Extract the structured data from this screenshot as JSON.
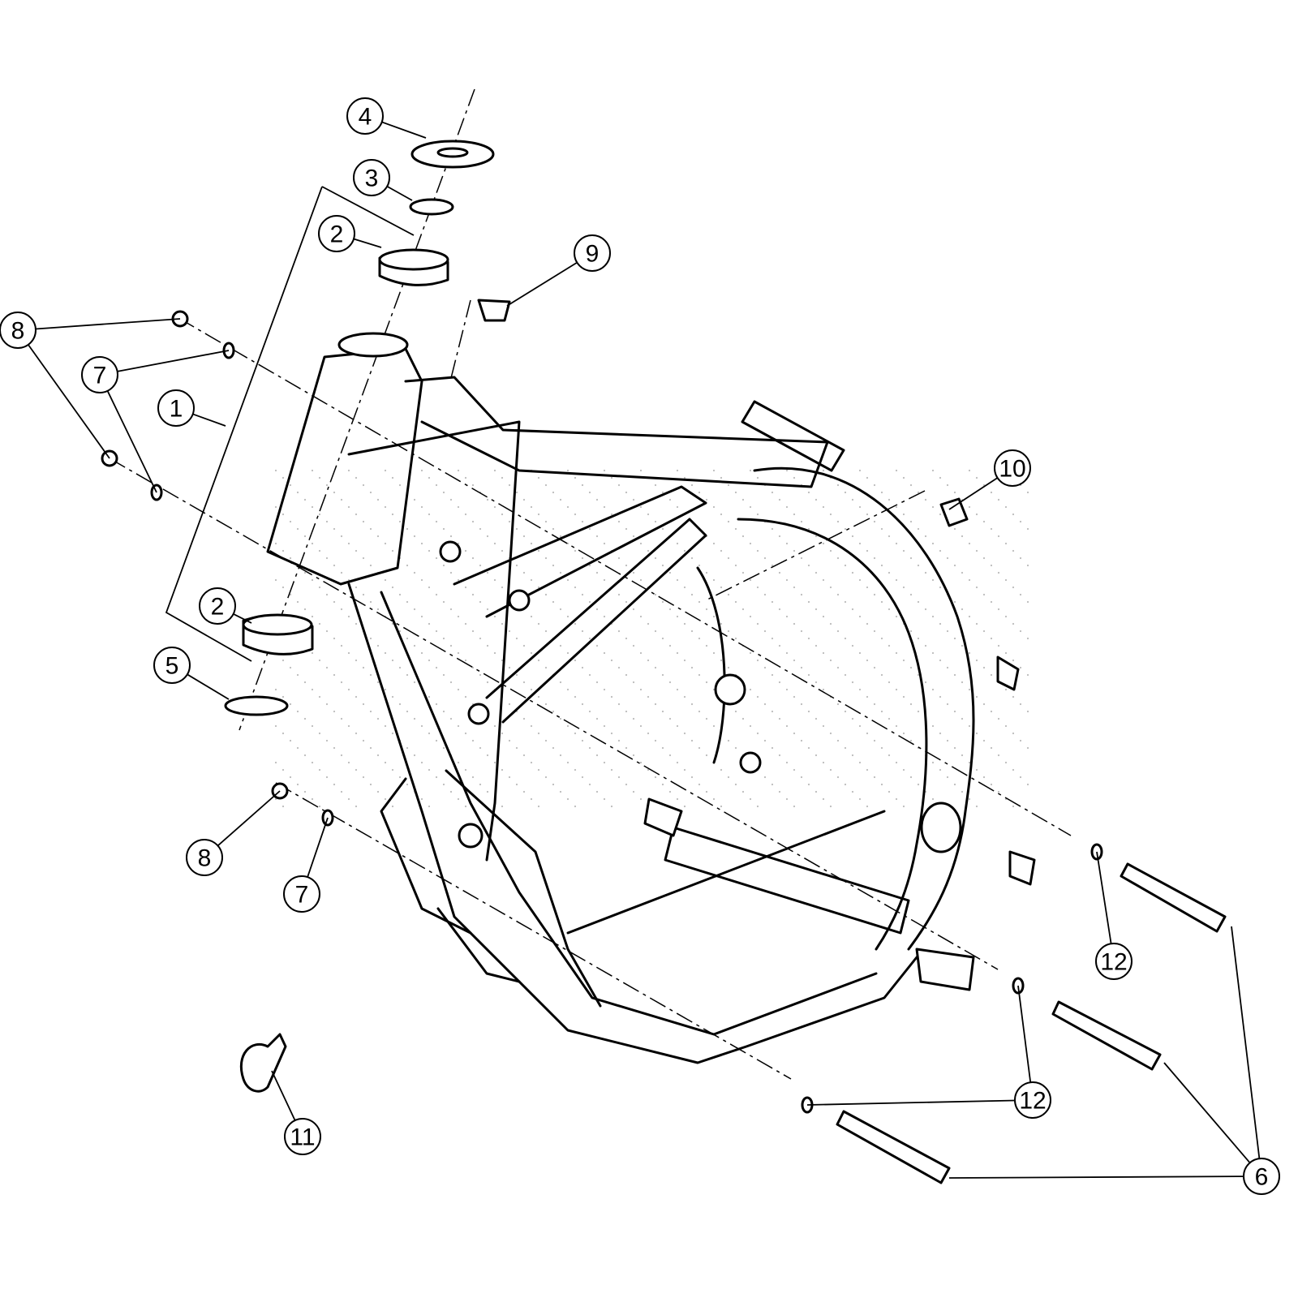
{
  "diagram": {
    "type": "exploded-parts-diagram",
    "subject": "frame",
    "callouts": [
      {
        "label": "1"
      },
      {
        "label": "2"
      },
      {
        "label": "2"
      },
      {
        "label": "3"
      },
      {
        "label": "4"
      },
      {
        "label": "5"
      },
      {
        "label": "6"
      },
      {
        "label": "7"
      },
      {
        "label": "7"
      },
      {
        "label": "8"
      },
      {
        "label": "8"
      },
      {
        "label": "9"
      },
      {
        "label": "10"
      },
      {
        "label": "11"
      },
      {
        "label": "12"
      },
      {
        "label": "12"
      }
    ]
  }
}
